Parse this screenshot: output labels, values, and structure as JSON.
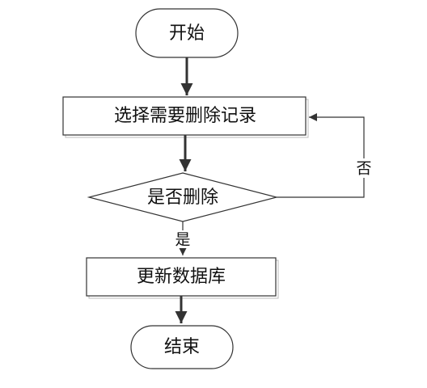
{
  "flowchart": {
    "start_label": "开始",
    "select_label": "选择需要删除记录",
    "decision_label": "是否删除",
    "yes_label": "是",
    "no_label": "否",
    "update_label": "更新数据库",
    "end_label": "结束"
  }
}
